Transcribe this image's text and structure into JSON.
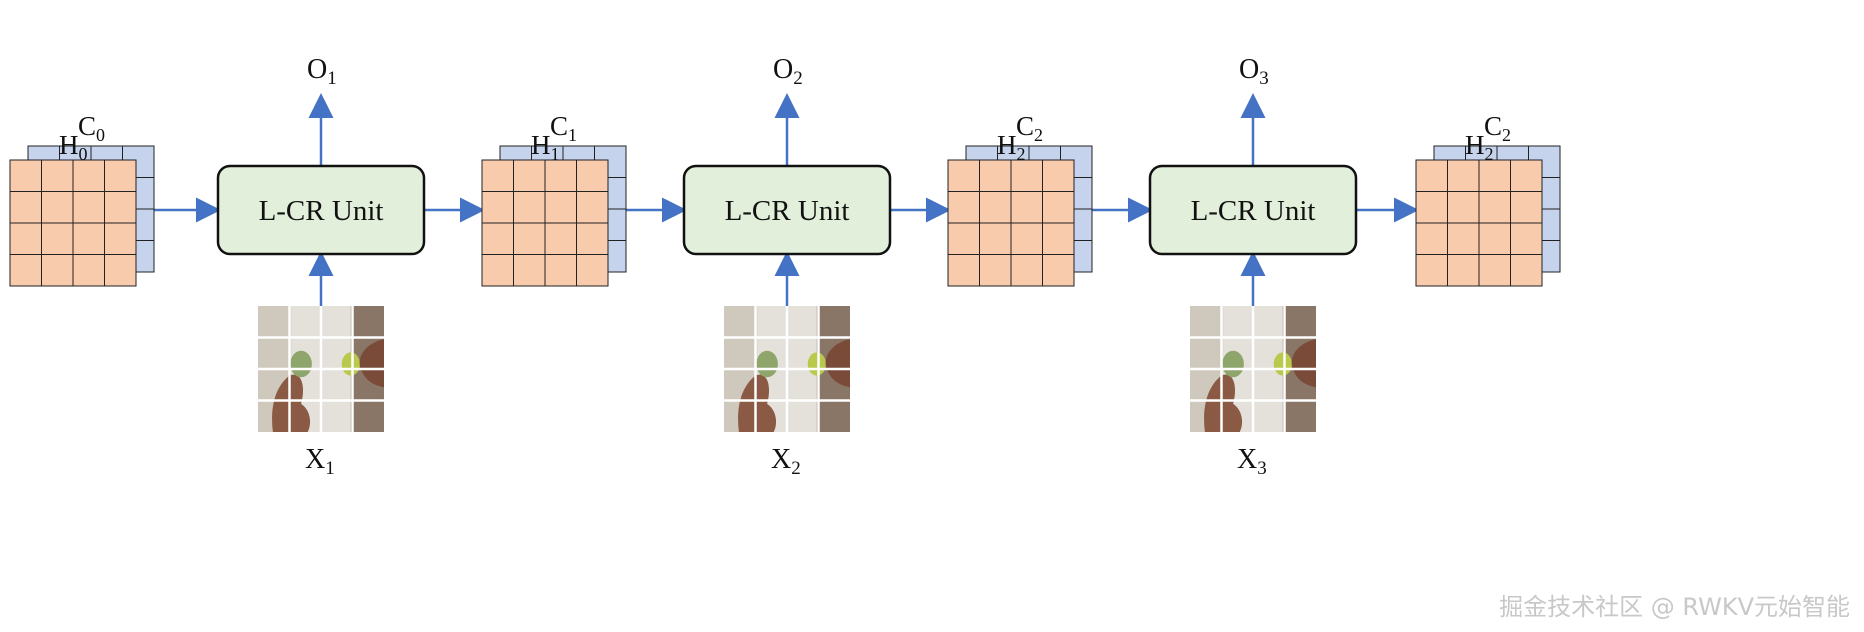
{
  "units": [
    {
      "label": "L-CR Unit",
      "output_main": "O",
      "output_sub": "1",
      "input_main": "X",
      "input_sub": "1"
    },
    {
      "label": "L-CR Unit",
      "output_main": "O",
      "output_sub": "2",
      "input_main": "X",
      "input_sub": "2"
    },
    {
      "label": "L-CR Unit",
      "output_main": "O",
      "output_sub": "3",
      "input_main": "X",
      "input_sub": "3"
    }
  ],
  "states": [
    {
      "c_main": "C",
      "c_sub": "0",
      "h_main": "H",
      "h_sub": "0"
    },
    {
      "c_main": "C",
      "c_sub": "1",
      "h_main": "H",
      "h_sub": "1"
    },
    {
      "c_main": "C",
      "c_sub": "2",
      "h_main": "H",
      "h_sub": "2"
    },
    {
      "c_main": "C",
      "c_sub": "2",
      "h_main": "H",
      "h_sub": "2"
    }
  ],
  "colors": {
    "arrow": "#4472c4",
    "unit_fill": "#e2efda",
    "unit_stroke": "#111111",
    "h_grid": "#f8cbad",
    "c_grid": "#c5d3ec",
    "grid_line": "#222222"
  },
  "watermark": "掘金技术社区 @ RWKV元始智能"
}
